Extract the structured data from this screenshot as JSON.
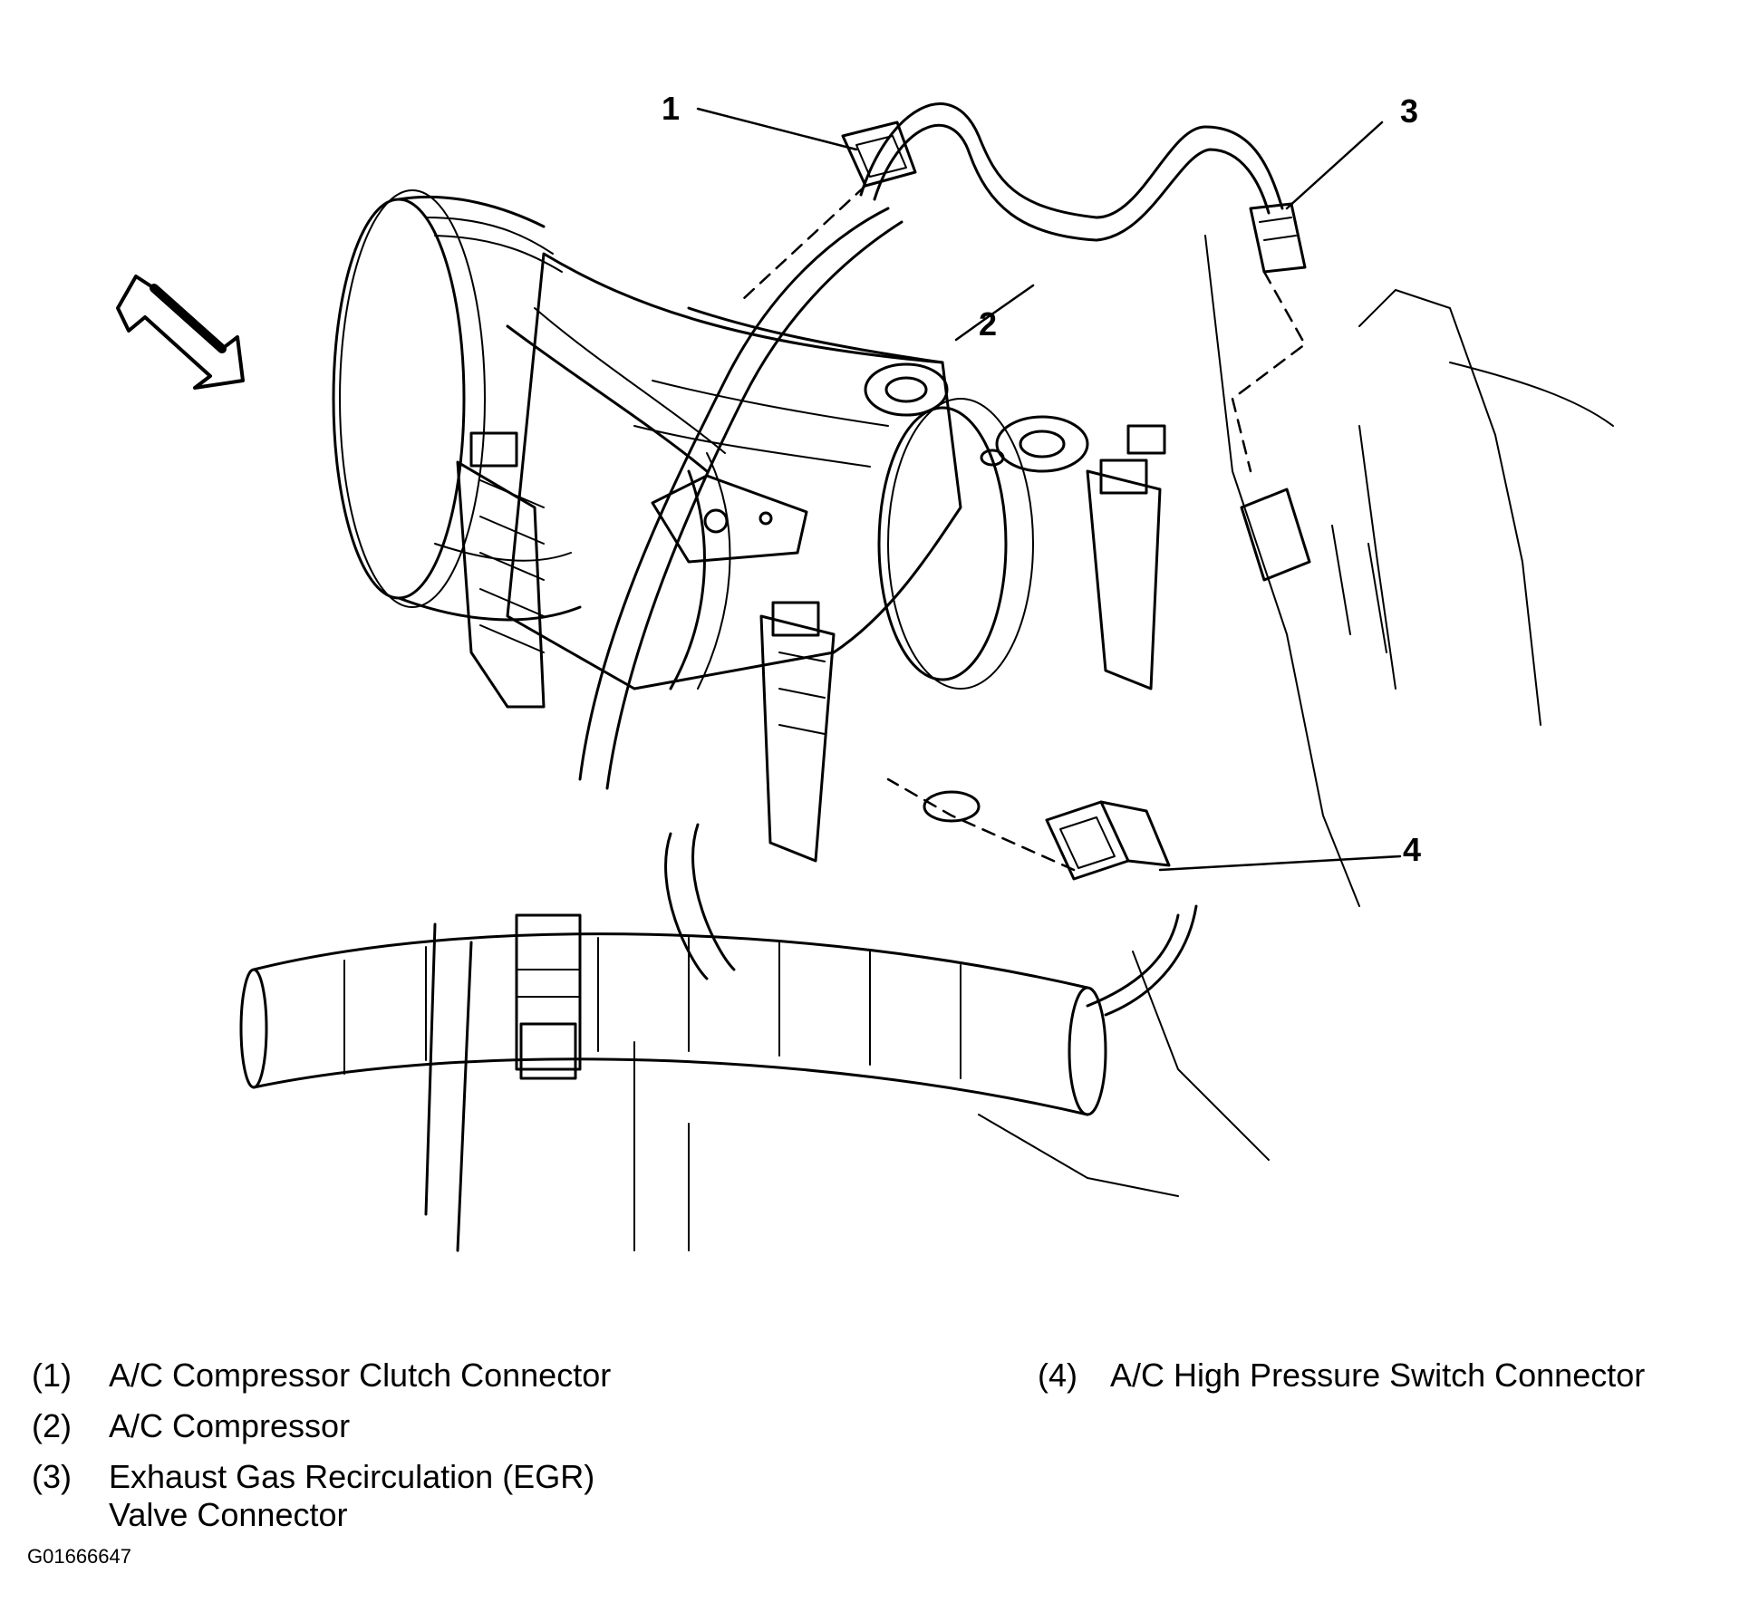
{
  "callouts": [
    "1",
    "2",
    "3",
    "4"
  ],
  "legend": [
    {
      "num": "(1)",
      "text": "A/C Compressor Clutch Connector"
    },
    {
      "num": "(2)",
      "text": "A/C Compressor"
    },
    {
      "num": "(3)",
      "text": "Exhaust Gas Recirculation (EGR) Valve Connector"
    },
    {
      "num": "(4)",
      "text": "A/C High Pressure Switch Connector"
    }
  ],
  "figure_id": "G01666647",
  "line_color": "#000000"
}
